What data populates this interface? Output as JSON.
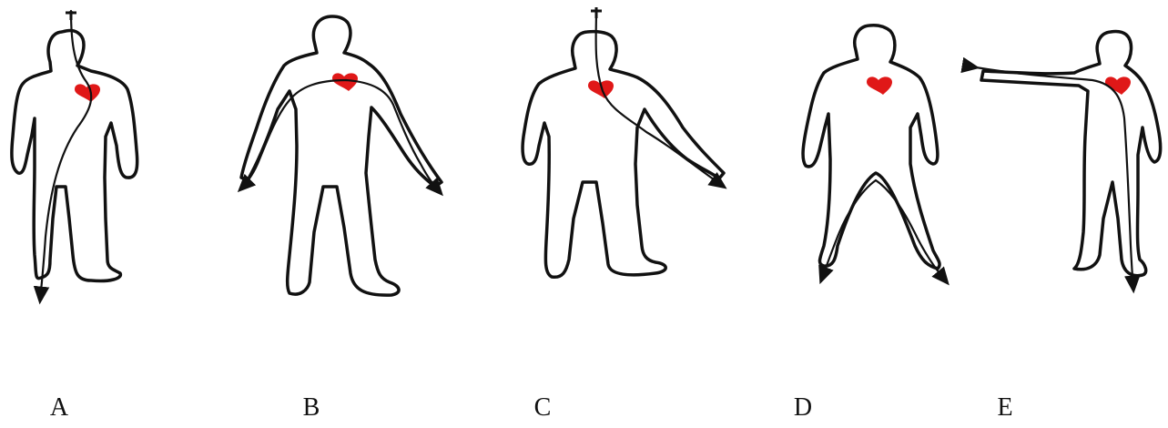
{
  "figures": [
    {
      "id": "A",
      "label": "A"
    },
    {
      "id": "B",
      "label": "B"
    },
    {
      "id": "C",
      "label": "C"
    },
    {
      "id": "D",
      "label": "D"
    },
    {
      "id": "E",
      "label": "E"
    }
  ],
  "colors": {
    "outline": "#111111",
    "heart": "#e01818",
    "background": "#ffffff"
  }
}
